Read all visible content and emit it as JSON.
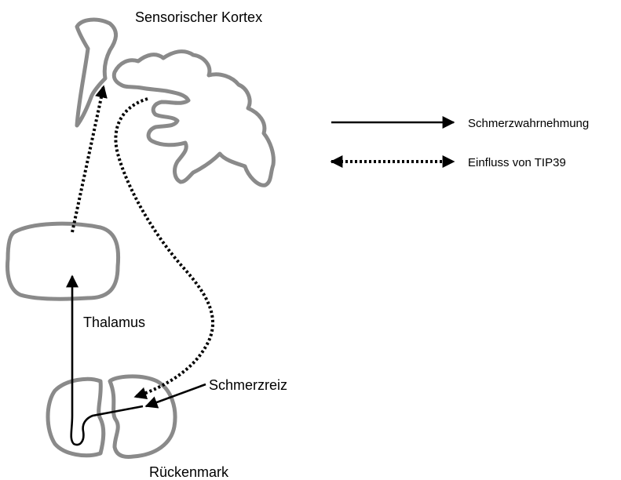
{
  "labels": {
    "cortex": "Sensorischer Kortex",
    "thalamus": "Thalamus",
    "stimulus": "Schmerzreiz",
    "spinal_cord": "Rückenmark"
  },
  "legend": {
    "perception": "Schmerzwahrnehmung",
    "tip39": "Einfluss von TIP39"
  },
  "colors": {
    "tissue": "#8a8a8a",
    "arrows": "#000000"
  }
}
